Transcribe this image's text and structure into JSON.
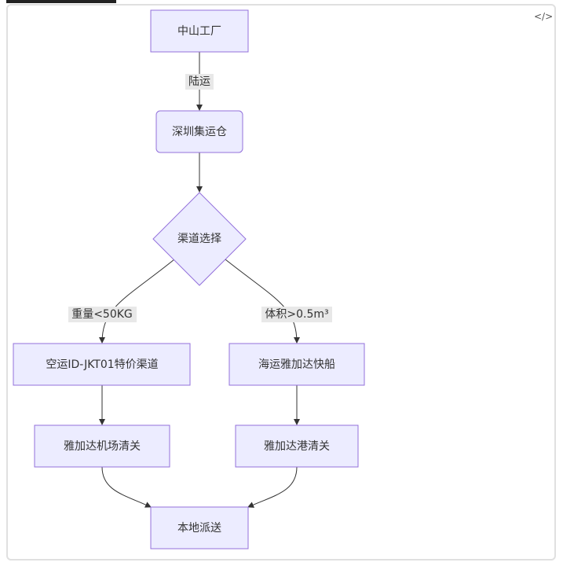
{
  "toolbar": {
    "code_icon_label": "</>"
  },
  "nodes": {
    "factory": "中山工厂",
    "warehouse": "深圳集运仓",
    "decision": "渠道选择",
    "air": "空运ID-JKT01特价渠道",
    "sea": "海运雅加达快船",
    "air_customs": "雅加达机场清关",
    "sea_customs": "雅加达港清关",
    "delivery": "本地派送"
  },
  "edges": {
    "land": "陆运",
    "weight": "重量<50KG",
    "volume": "体积>0.5m³"
  },
  "colors": {
    "node_fill": "#ececff",
    "node_stroke": "#9370db"
  }
}
